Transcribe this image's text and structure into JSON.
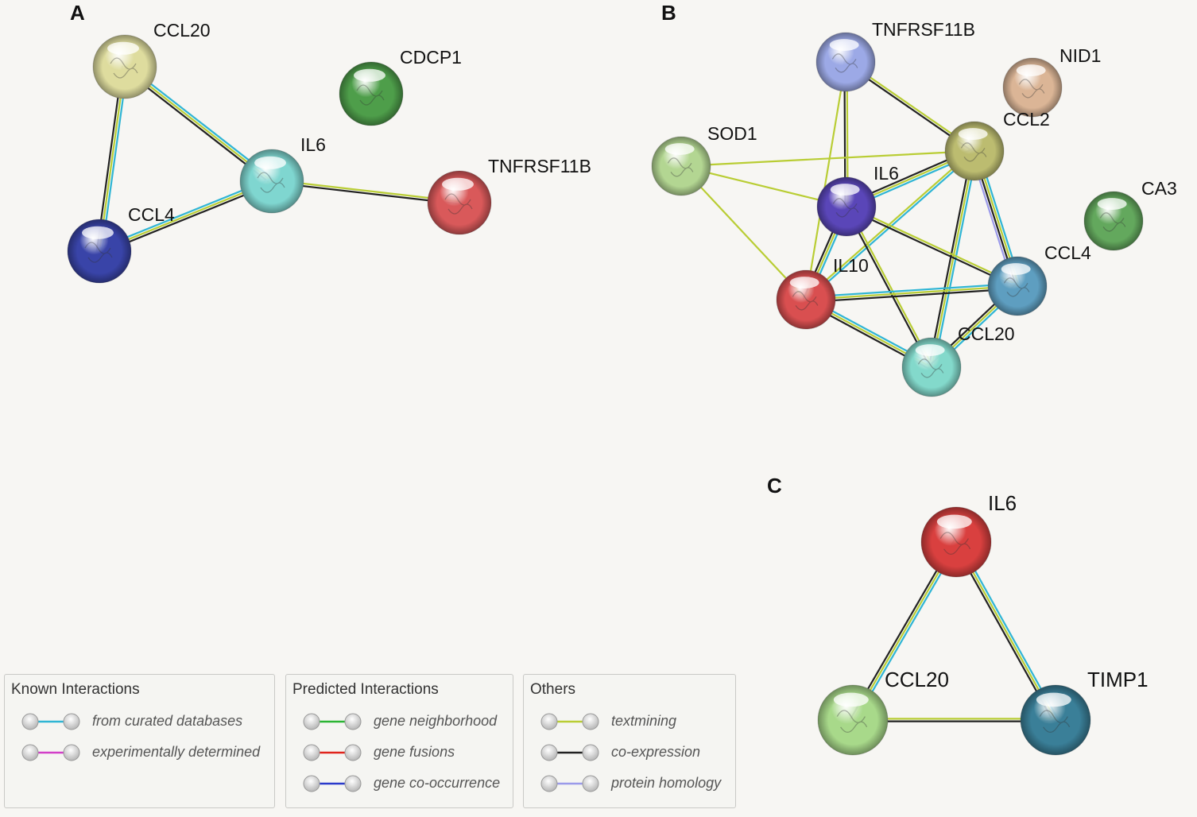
{
  "colors": {
    "background": "#f7f6f3",
    "curated_databases": "#2fb5d4",
    "experimentally_determined": "#d23fc8",
    "gene_neighborhood": "#2bb534",
    "gene_fusions": "#e0241c",
    "gene_cooccurrence": "#2a3acb",
    "textmining": "#b9cd34",
    "coexpression": "#222222",
    "protein_homology": "#9b9aea"
  },
  "panels": [
    {
      "letter": "A",
      "nodes": [
        {
          "id": "A-CCL20",
          "label": "CCL20",
          "color": "#dedc9e"
        },
        {
          "id": "A-CDCP1",
          "label": "CDCP1",
          "color": "#4e9e4a"
        },
        {
          "id": "A-IL6",
          "label": "IL6",
          "color": "#7fd6d0"
        },
        {
          "id": "A-TNFRSF11B",
          "label": "TNFRSF11B",
          "color": "#d9595a"
        },
        {
          "id": "A-CCL4",
          "label": "CCL4",
          "color": "#3944a8"
        }
      ],
      "edges": [
        {
          "from": "A-CCL20",
          "to": "A-CCL4",
          "types": [
            "curated",
            "textmining",
            "coexpression"
          ]
        },
        {
          "from": "A-CCL20",
          "to": "A-IL6",
          "types": [
            "curated",
            "textmining",
            "coexpression"
          ]
        },
        {
          "from": "A-CCL4",
          "to": "A-IL6",
          "types": [
            "curated",
            "textmining",
            "coexpression"
          ]
        },
        {
          "from": "A-IL6",
          "to": "A-TNFRSF11B",
          "types": [
            "textmining",
            "coexpression"
          ]
        }
      ]
    },
    {
      "letter": "B",
      "nodes": [
        {
          "id": "B-TNFRSF11B",
          "label": "TNFRSF11B",
          "color": "#9ca9e6"
        },
        {
          "id": "B-NID1",
          "label": "NID1",
          "color": "#dbb596"
        },
        {
          "id": "B-SOD1",
          "label": "SOD1",
          "color": "#b3d692"
        },
        {
          "id": "B-CCL2",
          "label": "CCL2",
          "color": "#bcbc70"
        },
        {
          "id": "B-IL6",
          "label": "IL6",
          "color": "#5a46b8"
        },
        {
          "id": "B-CA3",
          "label": "CA3",
          "color": "#63a85d"
        },
        {
          "id": "B-CCL4",
          "label": "CCL4",
          "color": "#5e9ec0"
        },
        {
          "id": "B-IL10",
          "label": "IL10",
          "color": "#d94f50"
        },
        {
          "id": "B-CCL20",
          "label": "CCL20",
          "color": "#83d9cb"
        }
      ],
      "edges": [
        {
          "from": "B-TNFRSF11B",
          "to": "B-CCL2",
          "types": [
            "textmining",
            "coexpression"
          ]
        },
        {
          "from": "B-TNFRSF11B",
          "to": "B-IL6",
          "types": [
            "textmining",
            "coexpression"
          ]
        },
        {
          "from": "B-TNFRSF11B",
          "to": "B-IL10",
          "types": [
            "textmining"
          ]
        },
        {
          "from": "B-SOD1",
          "to": "B-CCL2",
          "types": [
            "textmining"
          ]
        },
        {
          "from": "B-SOD1",
          "to": "B-IL6",
          "types": [
            "textmining"
          ]
        },
        {
          "from": "B-SOD1",
          "to": "B-IL10",
          "types": [
            "textmining"
          ]
        },
        {
          "from": "B-CCL2",
          "to": "B-IL6",
          "types": [
            "curated",
            "textmining",
            "coexpression"
          ]
        },
        {
          "from": "B-CCL2",
          "to": "B-IL10",
          "types": [
            "curated",
            "textmining"
          ]
        },
        {
          "from": "B-CCL2",
          "to": "B-CCL4",
          "types": [
            "curated",
            "textmining",
            "coexpression",
            "homology"
          ]
        },
        {
          "from": "B-CCL2",
          "to": "B-CCL20",
          "types": [
            "curated",
            "textmining",
            "coexpression"
          ]
        },
        {
          "from": "B-IL6",
          "to": "B-IL10",
          "types": [
            "curated",
            "textmining",
            "coexpression"
          ]
        },
        {
          "from": "B-IL6",
          "to": "B-CCL4",
          "types": [
            "textmining",
            "coexpression"
          ]
        },
        {
          "from": "B-IL6",
          "to": "B-CCL20",
          "types": [
            "textmining",
            "coexpression"
          ]
        },
        {
          "from": "B-IL10",
          "to": "B-CCL4",
          "types": [
            "curated",
            "textmining",
            "coexpression"
          ]
        },
        {
          "from": "B-IL10",
          "to": "B-CCL20",
          "types": [
            "curated",
            "textmining",
            "coexpression"
          ]
        },
        {
          "from": "B-CCL4",
          "to": "B-CCL20",
          "types": [
            "curated",
            "textmining",
            "coexpression"
          ]
        }
      ]
    },
    {
      "letter": "C",
      "nodes": [
        {
          "id": "C-IL6",
          "label": "IL6",
          "color": "#d9403f"
        },
        {
          "id": "C-CCL20",
          "label": "CCL20",
          "color": "#a8d98a"
        },
        {
          "id": "C-TIMP1",
          "label": "TIMP1",
          "color": "#3a7f98"
        }
      ],
      "edges": [
        {
          "from": "C-IL6",
          "to": "C-CCL20",
          "types": [
            "curated",
            "textmining",
            "coexpression"
          ]
        },
        {
          "from": "C-IL6",
          "to": "C-TIMP1",
          "types": [
            "curated",
            "textmining",
            "coexpression"
          ]
        },
        {
          "from": "C-CCL20",
          "to": "C-TIMP1",
          "types": [
            "textmining",
            "coexpression"
          ]
        }
      ]
    }
  ],
  "legend": [
    {
      "title": "Known Interactions",
      "items": [
        {
          "label": "from curated databases",
          "color": "#2fb5d4"
        },
        {
          "label": "experimentally determined",
          "color": "#d23fc8"
        }
      ]
    },
    {
      "title": "Predicted Interactions",
      "items": [
        {
          "label": "gene neighborhood",
          "color": "#2bb534"
        },
        {
          "label": "gene fusions",
          "color": "#e0241c"
        },
        {
          "label": "gene co-occurrence",
          "color": "#2a3acb"
        }
      ]
    },
    {
      "title": "Others",
      "items": [
        {
          "label": "textmining",
          "color": "#b9cd34"
        },
        {
          "label": "co-expression",
          "color": "#222222"
        },
        {
          "label": "protein homology",
          "color": "#9b9aea"
        }
      ]
    }
  ]
}
